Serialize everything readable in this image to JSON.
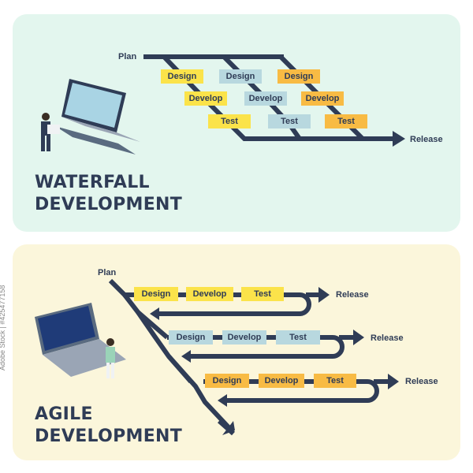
{
  "waterfall": {
    "title_line1": "WATERFALL",
    "title_line2": "DEVELOPMENT",
    "plan_label": "Plan",
    "release_label": "Release",
    "columns": [
      {
        "design": "Design",
        "develop": "Develop",
        "test": "Test",
        "color": "yellow"
      },
      {
        "design": "Design",
        "develop": "Develop",
        "test": "Test",
        "color": "blue"
      },
      {
        "design": "Design",
        "develop": "Develop",
        "test": "Test",
        "color": "orange"
      }
    ]
  },
  "agile": {
    "title_line1": "AGILE",
    "title_line2": "DEVELOPMENT",
    "plan_label": "Plan",
    "rows": [
      {
        "design": "Design",
        "develop": "Develop",
        "test": "Test",
        "release": "Release",
        "color": "yellow"
      },
      {
        "design": "Design",
        "develop": "Develop",
        "test": "Test",
        "release": "Release",
        "color": "blue"
      },
      {
        "design": "Design",
        "develop": "Develop",
        "test": "Test",
        "release": "Release",
        "color": "orange"
      }
    ]
  },
  "side_text": "Adobe Stock | #425477158",
  "colors": {
    "navy": "#2f3c56",
    "yellow": "#fbe34a",
    "blue": "#b8d8df",
    "orange": "#f8bb44",
    "waterfall_bg": "#e3f6ee",
    "agile_bg": "#fbf6db"
  },
  "icons": [
    "laptop-icon",
    "person-icon"
  ]
}
